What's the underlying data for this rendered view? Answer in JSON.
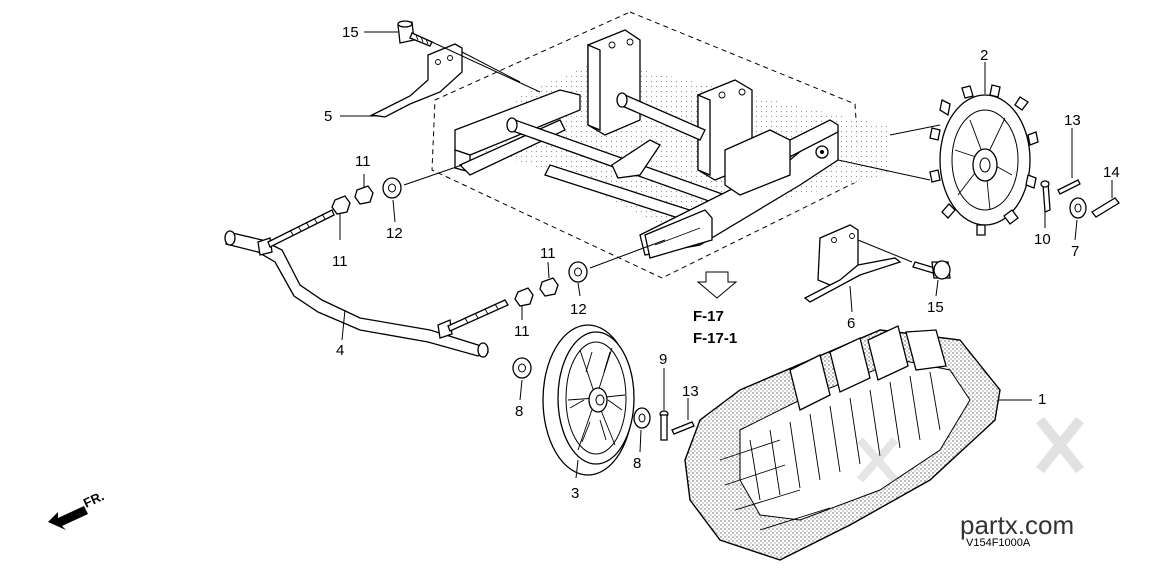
{
  "diagram": {
    "callouts": [
      {
        "id": "c1",
        "label": "1"
      },
      {
        "id": "c2",
        "label": "2"
      },
      {
        "id": "c3",
        "label": "3"
      },
      {
        "id": "c4",
        "label": "4"
      },
      {
        "id": "c5",
        "label": "5"
      },
      {
        "id": "c6",
        "label": "6"
      },
      {
        "id": "c7",
        "label": "7"
      },
      {
        "id": "c8a",
        "label": "8"
      },
      {
        "id": "c8b",
        "label": "8"
      },
      {
        "id": "c9",
        "label": "9"
      },
      {
        "id": "c10",
        "label": "10"
      },
      {
        "id": "c11a",
        "label": "11"
      },
      {
        "id": "c11b",
        "label": "11"
      },
      {
        "id": "c11c",
        "label": "11"
      },
      {
        "id": "c11d",
        "label": "11"
      },
      {
        "id": "c12a",
        "label": "12"
      },
      {
        "id": "c12b",
        "label": "12"
      },
      {
        "id": "c13a",
        "label": "13"
      },
      {
        "id": "c13b",
        "label": "13"
      },
      {
        "id": "c14",
        "label": "14"
      },
      {
        "id": "c15a",
        "label": "15"
      },
      {
        "id": "c15b",
        "label": "15"
      }
    ],
    "references": [
      "F-17",
      "F-17-1"
    ],
    "diagram_code": "V154F1000A",
    "front_indicator": "FR.",
    "watermark": "partx.com"
  }
}
